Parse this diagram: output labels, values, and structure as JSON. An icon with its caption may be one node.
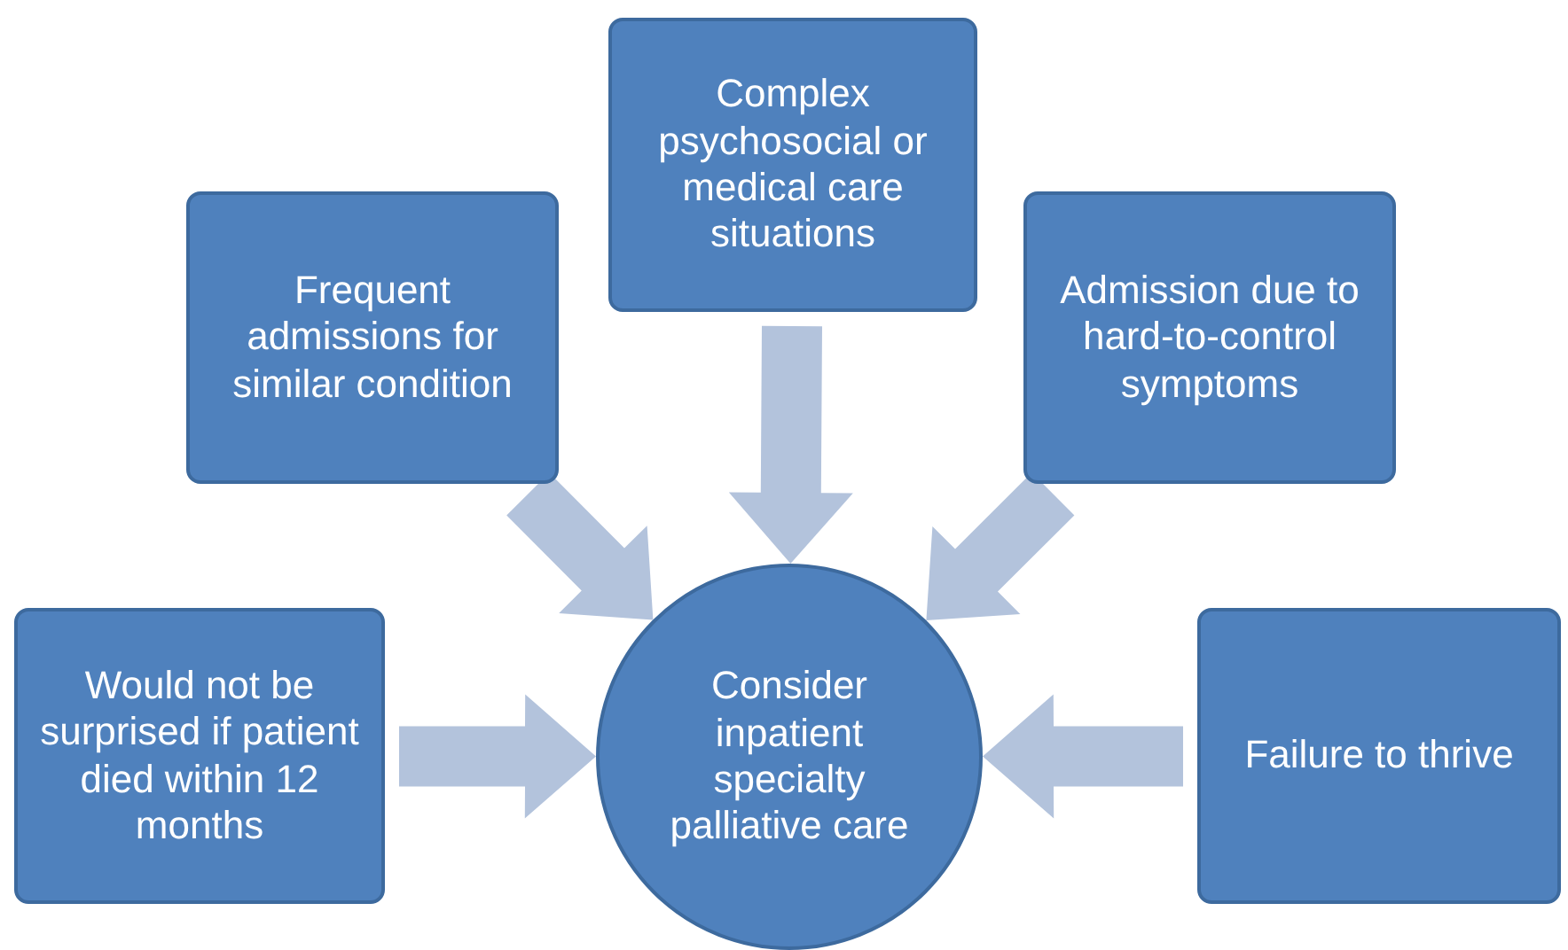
{
  "diagram": {
    "nodes": [
      {
        "text": [
          "Complex psychosocial or medical care situations"
        ]
      },
      {
        "text": [
          "Frequent admissions for similar condition"
        ]
      },
      {
        "text": [
          "Admission due to hard-to-control symptoms"
        ]
      },
      {
        "text": [
          "Would not be surprised if patient died within 12 months"
        ]
      },
      {
        "text": [
          "Consider inpatient specialty palliative care"
        ]
      },
      {
        "text": [
          "Failure to thrive"
        ]
      }
    ],
    "edges": [
      {
        "from": 0,
        "to": 4,
        "arrow": "to"
      },
      {
        "from": 1,
        "to": 4,
        "arrow": "to"
      },
      {
        "from": 2,
        "to": 4,
        "arrow": "to"
      },
      {
        "from": 3,
        "to": 4,
        "arrow": "to"
      },
      {
        "from": 5,
        "to": 4,
        "arrow": "to"
      }
    ]
  }
}
